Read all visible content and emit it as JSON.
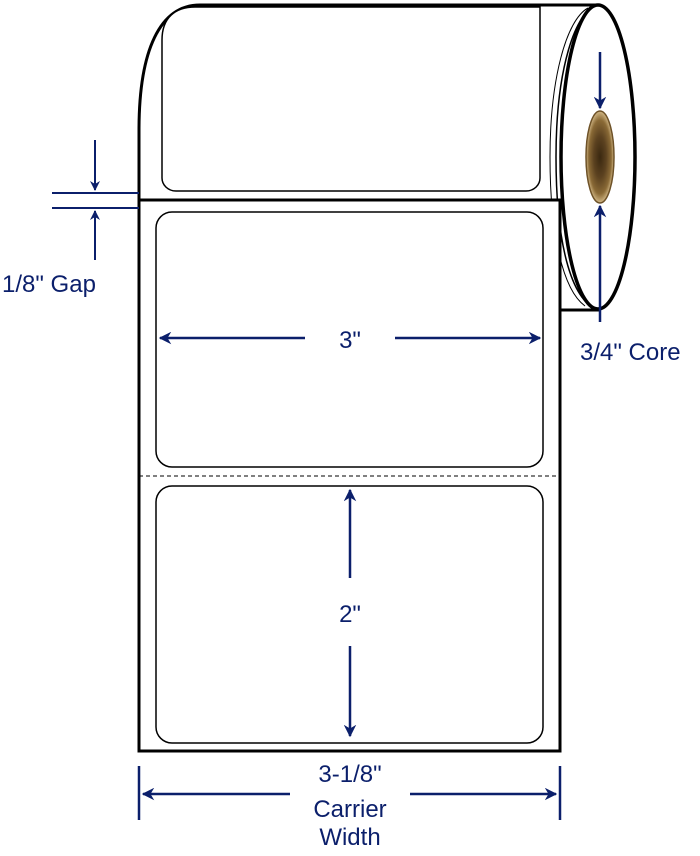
{
  "colors": {
    "dimension": "#0b1f6b",
    "outline": "#000000",
    "paper": "#ffffff",
    "core_dark": "#3a2810",
    "core_mid": "#8a6a36",
    "core_light": "#d2b887"
  },
  "labels": {
    "gap": "1/8\" Gap",
    "label_width": "3\"",
    "label_height": "2\"",
    "core": "3/4\" Core",
    "carrier_line1": "3-1/8\"",
    "carrier_line2": "Carrier",
    "carrier_line3": "Width"
  },
  "icons": [
    "arrow-left-icon",
    "arrow-right-icon",
    "arrow-up-icon",
    "arrow-down-icon"
  ]
}
